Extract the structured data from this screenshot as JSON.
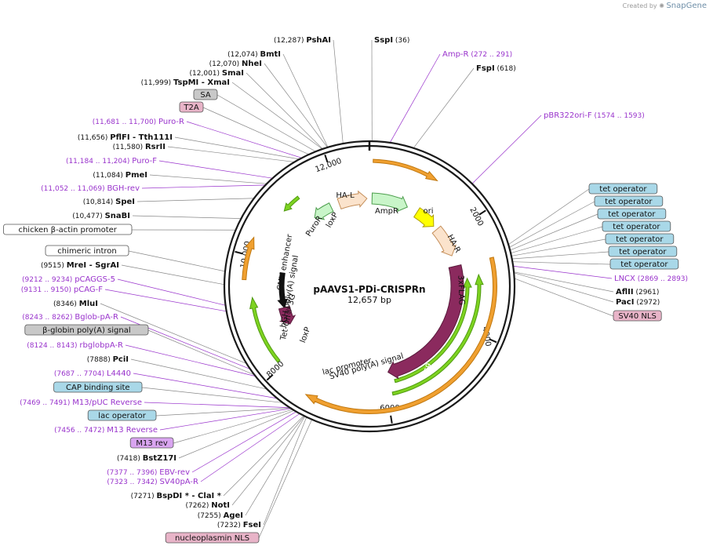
{
  "credit": {
    "prefix": "Created by",
    "brand": "SnapGene"
  },
  "plasmid": {
    "name": "pAAVS1-PDi-CRISPRn",
    "length": "12,657 bp"
  },
  "colors": {
    "enzyme": "#111111",
    "primer": "#9933cc",
    "backbone": "#1a1a1a",
    "arrow_green": "#7ed321",
    "arrow_orange": "#f0a030",
    "cas9": "#8b2a5e",
    "feature_blue": "#a9d8e8",
    "feature_pink": "#e8b4c8",
    "feature_gray": "#c8c8c8",
    "feature_lilac": "#d9a5f0"
  },
  "ticks": [
    "2000",
    "4000",
    "6000",
    "8000",
    "10,000",
    "12,000"
  ],
  "inner_features": [
    {
      "label": "HA-L"
    },
    {
      "label": "AmpR"
    },
    {
      "label": "ori"
    },
    {
      "label": "HA-R"
    },
    {
      "label": "3xFLAG"
    },
    {
      "label": "Cas9"
    },
    {
      "label": "SV40 poly(A) signal"
    },
    {
      "label": "lac promoter"
    },
    {
      "label": "loxP"
    },
    {
      "label": "Tet-On® 3G"
    },
    {
      "label": "hGH poly(A) signal"
    },
    {
      "label": "CMV enhancer"
    },
    {
      "label": "PuroR"
    },
    {
      "label": "loxP"
    }
  ],
  "left_labels": [
    {
      "name": "PshAI",
      "pos": "(12,287)",
      "type": "enzyme"
    },
    {
      "name": "BmtI",
      "pos": "(12,074)",
      "type": "enzyme"
    },
    {
      "name": "NheI",
      "pos": "(12,070)",
      "type": "enzyme"
    },
    {
      "name": "SmaI",
      "pos": "(12,001)",
      "type": "enzyme"
    },
    {
      "name": "TspMI  - XmaI",
      "pos": "(11,999)",
      "type": "enzyme"
    },
    {
      "name": "SA",
      "pos": "",
      "type": "box-gray"
    },
    {
      "name": "T2A",
      "pos": "",
      "type": "box-pink"
    },
    {
      "name": "Puro-R",
      "pos": "(11,681 .. 11,700)",
      "type": "primer"
    },
    {
      "name": "PflFI  - Tth111I",
      "pos": "(11,656)",
      "type": "enzyme"
    },
    {
      "name": "RsrII",
      "pos": "(11,580)",
      "type": "enzyme"
    },
    {
      "name": "Puro-F",
      "pos": "(11,184 .. 11,204)",
      "type": "primer"
    },
    {
      "name": "PmeI",
      "pos": "(11,084)",
      "type": "enzyme"
    },
    {
      "name": "BGH-rev",
      "pos": "(11,052 .. 11,069)",
      "type": "primer"
    },
    {
      "name": "SpeI",
      "pos": "(10,814)",
      "type": "enzyme"
    },
    {
      "name": "SnaBI",
      "pos": "(10,477)",
      "type": "enzyme"
    },
    {
      "name": "chicken β-actin promoter",
      "pos": "",
      "type": "box-white"
    },
    {
      "name": "chimeric intron",
      "pos": "",
      "type": "box-white"
    },
    {
      "name": "MreI  - SgrAI",
      "pos": "(9515)",
      "type": "enzyme"
    },
    {
      "name": "pCAGGS-5",
      "pos": "(9212 .. 9234)",
      "type": "primer"
    },
    {
      "name": "pCAG-F",
      "pos": "(9131 .. 9150)",
      "type": "primer"
    },
    {
      "name": "MluI",
      "pos": "(8346)",
      "type": "enzyme"
    },
    {
      "name": "Bglob-pA-R",
      "pos": "(8243 .. 8262)",
      "type": "primer"
    },
    {
      "name": "β-globin poly(A) signal",
      "pos": "",
      "type": "box-gray"
    },
    {
      "name": "rbglobpA-R",
      "pos": "(8124 .. 8143)",
      "type": "primer"
    },
    {
      "name": "PciI",
      "pos": "(7888)",
      "type": "enzyme"
    },
    {
      "name": "L4440",
      "pos": "(7687 .. 7704)",
      "type": "primer"
    },
    {
      "name": "CAP binding site",
      "pos": "",
      "type": "box-blue"
    },
    {
      "name": "M13/pUC Reverse",
      "pos": "(7469 .. 7491)",
      "type": "primer"
    },
    {
      "name": "lac operator",
      "pos": "",
      "type": "box-blue"
    },
    {
      "name": "M13 Reverse",
      "pos": "(7456 .. 7472)",
      "type": "primer"
    },
    {
      "name": "M13 rev",
      "pos": "",
      "type": "box-lilac"
    },
    {
      "name": "BstZ17I",
      "pos": "(7418)",
      "type": "enzyme"
    },
    {
      "name": "EBV-rev",
      "pos": "(7377 .. 7396)",
      "type": "primer"
    },
    {
      "name": "SV40pA-R",
      "pos": "(7323 .. 7342)",
      "type": "primer"
    },
    {
      "name": "BspDI *  - ClaI *",
      "pos": "(7271)",
      "type": "enzyme"
    },
    {
      "name": "NotI",
      "pos": "(7262)",
      "type": "enzyme"
    },
    {
      "name": "AgeI",
      "pos": "(7255)",
      "type": "enzyme"
    },
    {
      "name": "FseI",
      "pos": "(7232)",
      "type": "enzyme"
    },
    {
      "name": "nucleoplasmin NLS",
      "pos": "",
      "type": "box-pink"
    }
  ],
  "right_labels": [
    {
      "name": "SspI",
      "pos": "(36)",
      "type": "enzyme"
    },
    {
      "name": "Amp-R",
      "pos": "(272 .. 291)",
      "type": "primer"
    },
    {
      "name": "FspI",
      "pos": "(618)",
      "type": "enzyme"
    },
    {
      "name": "pBR322ori-F",
      "pos": "(1574 .. 1593)",
      "type": "primer"
    },
    {
      "name": "tet operator",
      "pos": "",
      "type": "box-blue"
    },
    {
      "name": "tet operator",
      "pos": "",
      "type": "box-blue"
    },
    {
      "name": "tet operator",
      "pos": "",
      "type": "box-blue"
    },
    {
      "name": "tet operator",
      "pos": "",
      "type": "box-blue"
    },
    {
      "name": "tet operator",
      "pos": "",
      "type": "box-blue"
    },
    {
      "name": "tet operator",
      "pos": "",
      "type": "box-blue"
    },
    {
      "name": "tet operator",
      "pos": "",
      "type": "box-blue"
    },
    {
      "name": "LNCX",
      "pos": "(2869 .. 2893)",
      "type": "primer"
    },
    {
      "name": "AflII",
      "pos": "(2961)",
      "type": "enzyme"
    },
    {
      "name": "PacI",
      "pos": "(2972)",
      "type": "enzyme"
    },
    {
      "name": "SV40 NLS",
      "pos": "",
      "type": "box-pink"
    }
  ]
}
